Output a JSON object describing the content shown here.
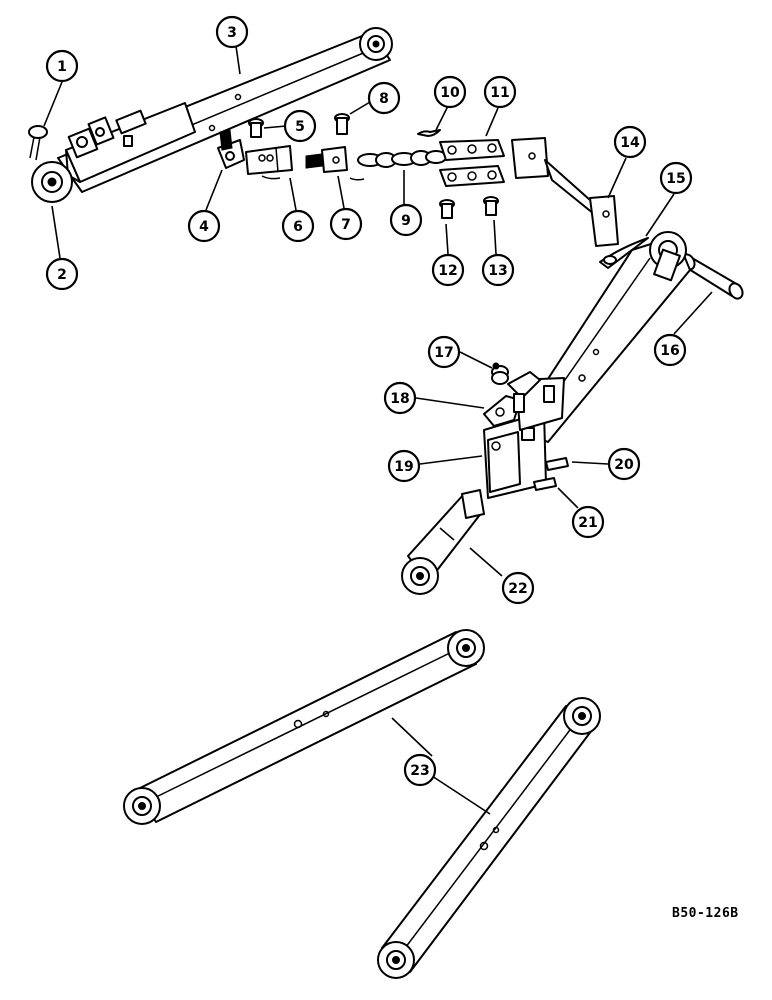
{
  "callouts": [
    {
      "id": "1",
      "label": "1"
    },
    {
      "id": "2",
      "label": "2"
    },
    {
      "id": "3",
      "label": "3"
    },
    {
      "id": "4",
      "label": "4"
    },
    {
      "id": "5",
      "label": "5"
    },
    {
      "id": "6",
      "label": "6"
    },
    {
      "id": "7",
      "label": "7"
    },
    {
      "id": "8",
      "label": "8"
    },
    {
      "id": "9",
      "label": "9"
    },
    {
      "id": "10",
      "label": "10"
    },
    {
      "id": "11",
      "label": "11"
    },
    {
      "id": "12",
      "label": "12"
    },
    {
      "id": "13",
      "label": "13"
    },
    {
      "id": "14",
      "label": "14"
    },
    {
      "id": "15",
      "label": "15"
    },
    {
      "id": "16",
      "label": "16"
    },
    {
      "id": "17",
      "label": "17"
    },
    {
      "id": "18",
      "label": "18"
    },
    {
      "id": "19",
      "label": "19"
    },
    {
      "id": "20",
      "label": "20"
    },
    {
      "id": "21",
      "label": "21"
    },
    {
      "id": "22",
      "label": "22"
    },
    {
      "id": "23",
      "label": "23"
    }
  ],
  "reference_code": "B50-126B",
  "colors": {
    "line": "#000000",
    "background": "#ffffff"
  }
}
